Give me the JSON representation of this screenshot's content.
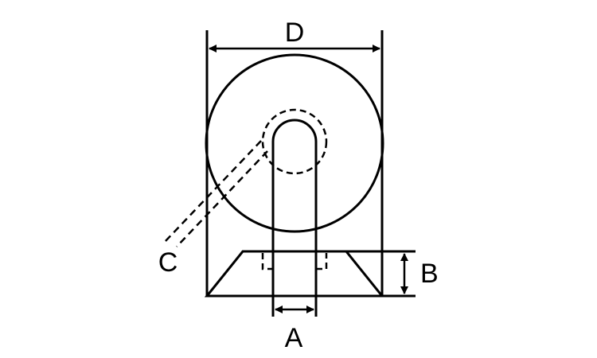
{
  "diagram": {
    "labels": {
      "d": "D",
      "a": "A",
      "b": "B",
      "c": "C"
    },
    "colors": {
      "stroke": "#000000",
      "background": "#ffffff"
    }
  }
}
